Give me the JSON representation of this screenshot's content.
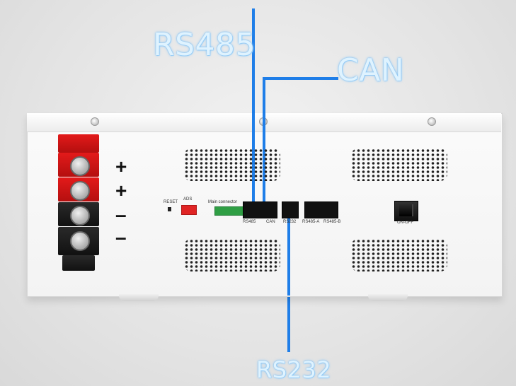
{
  "callouts": {
    "rs485": "RS485",
    "can": "CAN",
    "rs232": "RS232"
  },
  "panel": {
    "reset": "RESET",
    "ads": "ADS",
    "main_connector": "Main connector",
    "port_rs485": "RS485",
    "port_can": "CAN",
    "port_rs232": "RS232",
    "port_rs485_a": "RS485-A",
    "port_rs485_b": "RS485-B",
    "switch": "ON-OFF"
  },
  "terminals": {
    "plus_1": "+",
    "plus_2": "+",
    "minus_1": "–",
    "minus_2": "–"
  },
  "colors": {
    "callout_line": "#1f7ee8",
    "terminal_positive": "#e31a1a",
    "terminal_negative": "#111111",
    "dip_switch": "#e02424",
    "main_connector": "#2f9e44"
  },
  "icons": [
    "screw-icon",
    "terminal-nut-icon",
    "vent-grille-icon",
    "power-switch-icon"
  ]
}
